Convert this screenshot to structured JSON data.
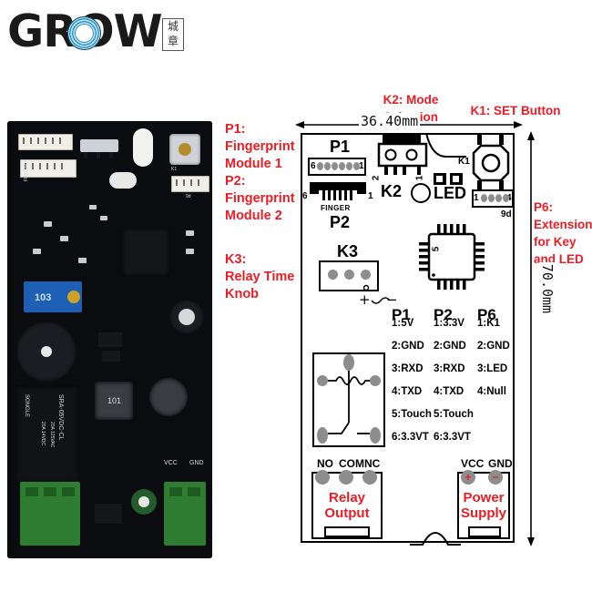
{
  "logo": {
    "brand": "GROW",
    "cjk": "城章",
    "o_icon": "fingerprint-icon"
  },
  "callouts": {
    "left": [
      {
        "id": "p1",
        "text": "P1:\nFingerprint\nModule 1"
      },
      {
        "id": "p2",
        "text": "P2:\nFingerprint\nModule 2"
      },
      {
        "id": "k3",
        "text": "K3:\nRelay Time\nKnob"
      }
    ],
    "k2": "K2: Mode\nSelection",
    "k1": "K1: SET Button",
    "p6": "P6:\nExtension\nfor Key\nand LED"
  },
  "dimensions": {
    "width": "36.40mm",
    "height": "70.0mm"
  },
  "diagram": {
    "p1_label": "P1",
    "p1_pin_left": "6",
    "p1_pin_right": "1",
    "p2_label": "P2",
    "p2_sub": "FINGER",
    "p2_pin_left": "6",
    "p2_pin_right": "1",
    "k2_label": "K2",
    "k2_pin_left": "2",
    "k2_pin_right": "1",
    "k1_label": "K1",
    "led_label": "LED",
    "p6_pin_left": "1",
    "p6_pin_right": "4",
    "p6_mark": "9d",
    "k3_label": "K3",
    "k3_polarity": "+    −",
    "mcu_mark": "5"
  },
  "pin_tables": [
    {
      "header": "P1",
      "rows": [
        "1:5V",
        "2:GND",
        "3:RXD",
        "4:TXD",
        "5:Touch",
        "6:3.3VT"
      ]
    },
    {
      "header": "P2",
      "rows": [
        "1:3.3V",
        "2:GND",
        "3:RXD",
        "4:TXD",
        "5:Touch",
        "6:3.3VT"
      ]
    },
    {
      "header": "P6",
      "rows": [
        "1:K1",
        "2:GND",
        "3:LED",
        "4:Null"
      ]
    }
  ],
  "terminals": {
    "relay": {
      "pins": [
        "NO",
        "COM",
        "NC"
      ],
      "caption": "Relay\nOutput"
    },
    "power": {
      "pins": [
        "VCC",
        "GND"
      ],
      "marks": [
        "+",
        "−"
      ],
      "caption": "Power\nSupply"
    }
  },
  "pcb_silkscreen": {
    "finger": "FINGER",
    "k1": "K1",
    "k2": "K2",
    "p6": "9d",
    "trimpot": "103",
    "relay_brand": "SONGLE",
    "relay_part": "SRA-05VDC-CL",
    "relay_rating_1": "20A 14VDC",
    "relay_rating_2": "20A 125VAC",
    "vcc": "VCC",
    "gnd": "GND",
    "inductor": "101"
  },
  "colors": {
    "accent_red": "#ed1c24",
    "pcb_black": "#0a0c10",
    "terminal_green": "#2e7d32",
    "trimpot_blue": "#1d5fb4",
    "logo_blue": "#2f93c8"
  }
}
